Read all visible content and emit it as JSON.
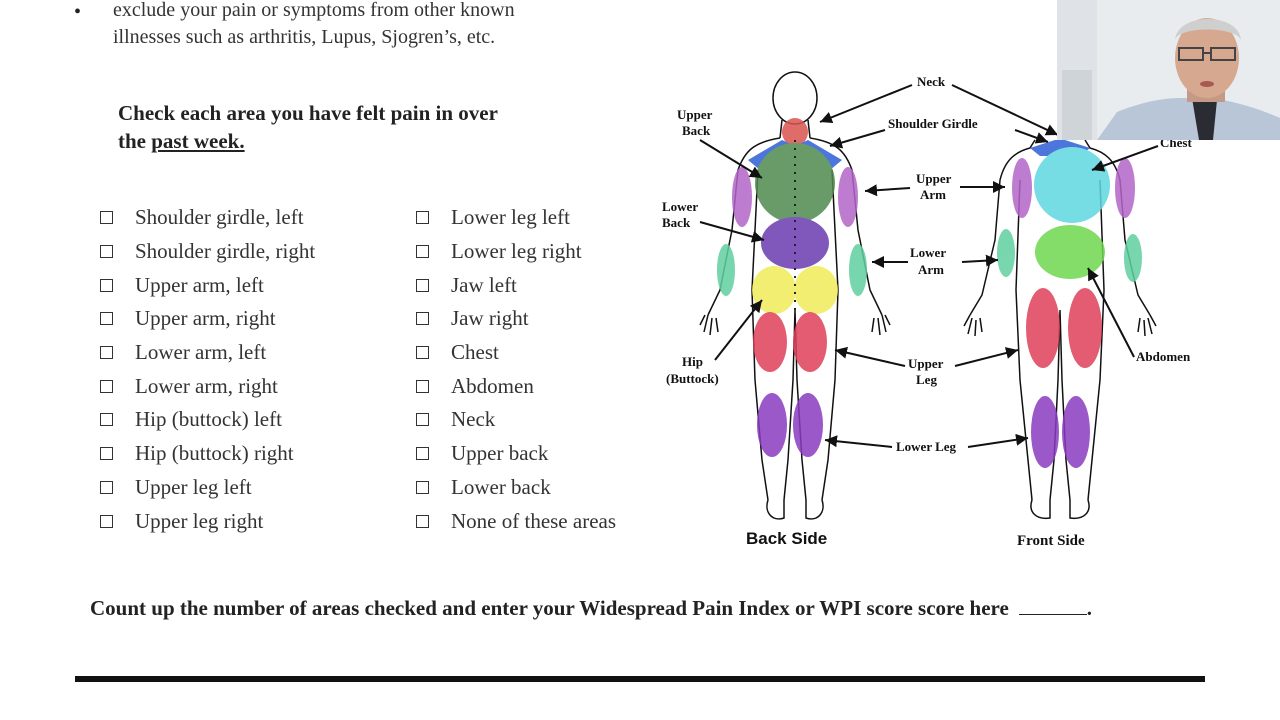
{
  "bullet": {
    "marker": "•",
    "line1": "exclude your pain or symptoms from other known",
    "line2": "illnesses such as arthritis, Lupus, Sjogren’s, etc."
  },
  "heading": {
    "line1": "Check each area you have felt pain in over",
    "prefix": "the ",
    "underlined": "past week."
  },
  "checklist_left": [
    "Shoulder girdle, left",
    "Shoulder girdle, right",
    "Upper arm, left",
    "Upper arm, right",
    "Lower arm, left",
    "Lower arm, right",
    "Hip (buttock) left",
    "Hip (buttock) right",
    "Upper leg left",
    "Upper leg right"
  ],
  "checklist_right": [
    "Lower leg left",
    "Lower leg right",
    "Jaw left",
    "Jaw right",
    "Chest",
    "Abdomen",
    "Neck",
    "Upper back",
    "Lower back",
    "None of these areas"
  ],
  "diagram": {
    "labels": {
      "neck": "Neck",
      "shoulder_girdle": "Shoulder Girdle",
      "upper_back_1": "Upper",
      "upper_back_2": "Back",
      "lower_back_1": "Lower",
      "lower_back_2": "Back",
      "upper_arm_1": "Upper",
      "upper_arm_2": "Arm",
      "lower_arm_1": "Lower",
      "lower_arm_2": "Arm",
      "hip_1": "Hip",
      "hip_2": "(Buttock)",
      "upper_leg_1": "Upper",
      "upper_leg_2": "Leg",
      "lower_leg": "Lower Leg",
      "chest": "Chest",
      "abdomen": "Abdomen",
      "back_side": "Back Side",
      "front_side": "Front Side"
    },
    "colors": {
      "neck": "#d9534f",
      "shoulder": "#2f5fd6",
      "upper_back": "#4f8a4f",
      "lower_back": "#6a3bb0",
      "hip": "#f0ec5a",
      "upper_leg": "#e0405a",
      "lower_leg": "#8a3bc0",
      "upper_arm": "#b366c8",
      "lower_arm": "#60d0a0",
      "chest": "#60d8e0",
      "abdomen": "#70d850"
    }
  },
  "footer": {
    "count_text": "Count up the number of areas checked and enter your Widespread Pain Index or WPI score score here",
    "period": "."
  }
}
